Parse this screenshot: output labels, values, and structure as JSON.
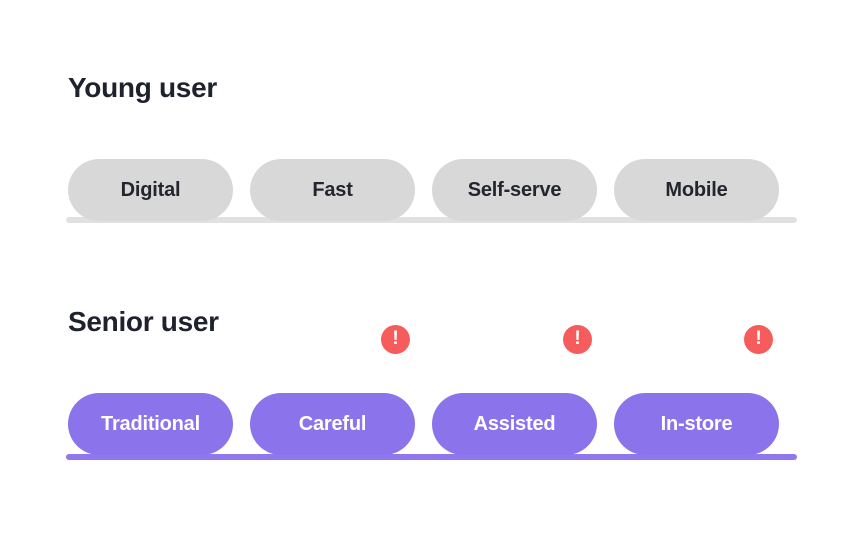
{
  "young_section": {
    "title": "Young user",
    "tags": [
      "Digital",
      "Fast",
      "Self-serve",
      "Mobile"
    ]
  },
  "senior_section": {
    "title": "Senior user",
    "tags": [
      "Traditional",
      "Careful",
      "Assisted",
      "In-store"
    ],
    "alerts": [
      {
        "glyph": "!"
      },
      {
        "glyph": "!"
      },
      {
        "glyph": "!"
      }
    ]
  },
  "colors": {
    "heading_text": "#1e222d",
    "young_tag_bg": "#d8d8d8",
    "young_tag_text": "#23262e",
    "young_track": "#e1e1e1",
    "senior_tag_bg": "#8b73ec",
    "senior_tag_text": "#ffffff",
    "senior_track": "#8f77ee",
    "alert_bg": "#f65c5c",
    "alert_glyph_color": "#ffffff",
    "background": "#ffffff"
  }
}
